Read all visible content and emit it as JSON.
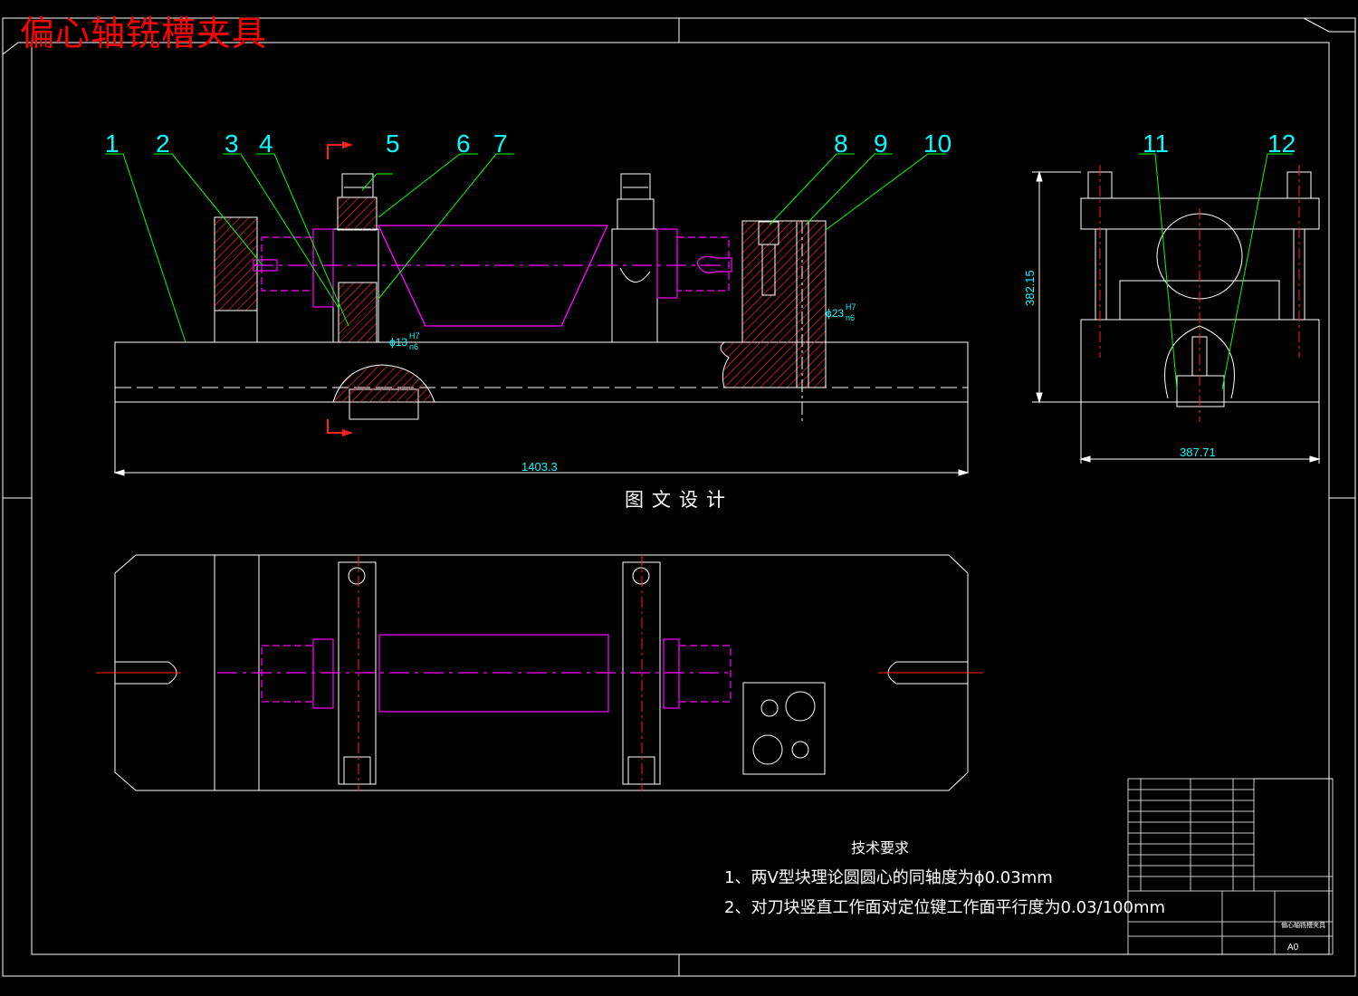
{
  "title": "偏心轴铣槽夹具",
  "caption": "图文设计",
  "callouts": [
    "1",
    "2",
    "3",
    "4",
    "5",
    "6",
    "7",
    "8",
    "9",
    "10",
    "11",
    "12"
  ],
  "dimensions": {
    "overall_length": "1403.3",
    "side_width": "387.71",
    "side_height": "382.15",
    "fit_small": "ϕ13",
    "fit_large": "ϕ23",
    "fit_hole": "H7",
    "fit_shaft": "n6"
  },
  "requirements": {
    "heading": "技术要求",
    "items": [
      "1、两V型块理论圆圆心的同轴度为ϕ0.03mm",
      "2、对刀块竖直工作面对定位键工作面平行度为0.03/100mm"
    ]
  },
  "title_block": {
    "drawing_name": "偏心轴铣槽夹具",
    "sheet_size": "A0"
  },
  "colors": {
    "outline": "#ffffff",
    "part_line": "#ff00ff",
    "leader": "#00ff00",
    "callout_text": "#00ffff",
    "hatch": "#ff0000",
    "title": "#ff0000"
  }
}
